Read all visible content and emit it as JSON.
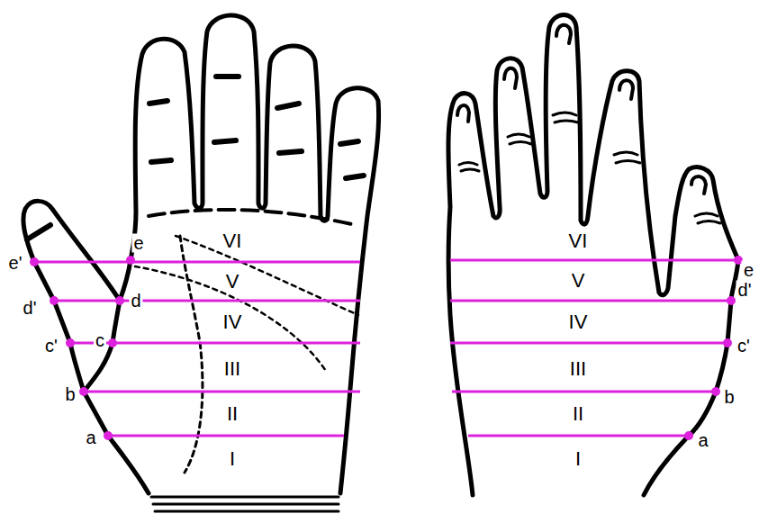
{
  "diagram": {
    "labels": [
      "VI",
      "V",
      "IV",
      "III",
      "II",
      "I",
      "e'",
      "e",
      "d'",
      "d",
      "c'",
      "c",
      "b",
      "a",
      "VI",
      "V",
      "IV",
      "III",
      "II",
      "I",
      "e",
      "d'",
      "c'",
      "b",
      "a"
    ]
  }
}
